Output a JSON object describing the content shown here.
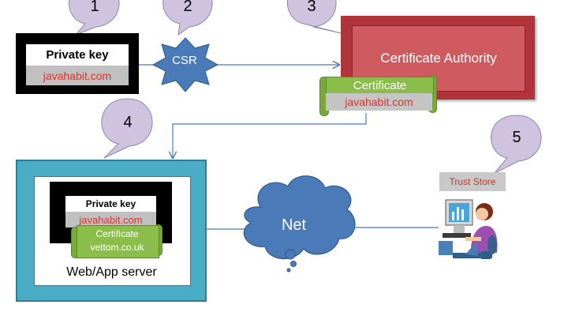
{
  "bubbles": [
    "1",
    "2",
    "3",
    "4",
    "5"
  ],
  "private_key": {
    "title": "Private key",
    "domain": "javahabit.com"
  },
  "csr": {
    "label": "CSR"
  },
  "certificate_authority": {
    "label": "Certificate Authority"
  },
  "ca_certificate": {
    "title": "Certificate",
    "domain": "javahabit.com"
  },
  "server": {
    "label": "Web/App server",
    "private_key_title": "Private key",
    "private_key_domain": "javahabit.com",
    "cert_title": "Certificate",
    "cert_domain": "vettom.co.uk"
  },
  "net": {
    "label": "Net"
  },
  "trust_store": {
    "label": "Trust Store"
  },
  "colors": {
    "bubble": "#cfc3e0",
    "csr_star": "#4a7ab8",
    "ca": "#c0454b",
    "certificate": "#8bbd4b",
    "server": "#4bacc6",
    "net_cloud": "#4a7ab8",
    "domain_text": "#e0302a"
  },
  "icons": [
    "speech-bubble",
    "star-burst",
    "cloud",
    "user-at-computer"
  ]
}
